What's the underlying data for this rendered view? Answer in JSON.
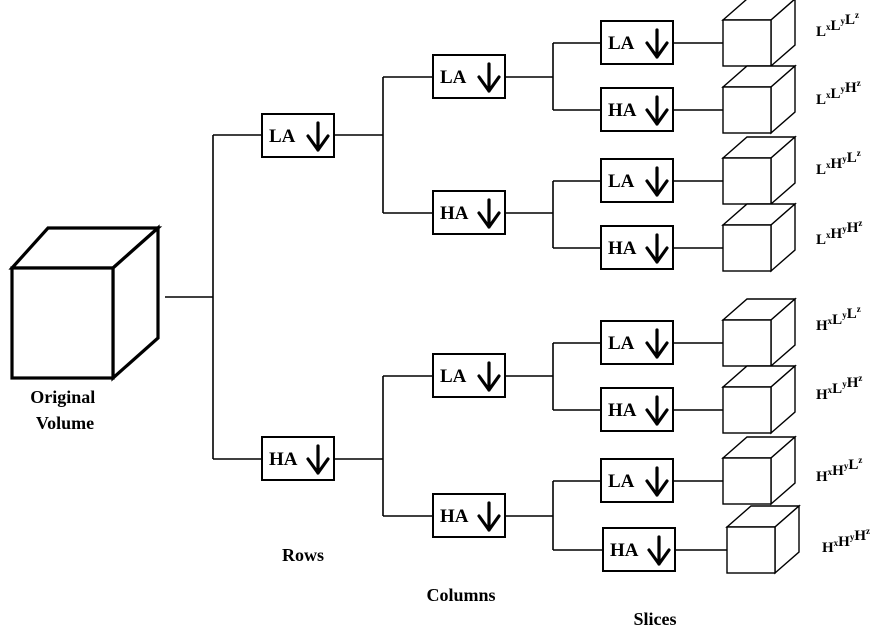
{
  "diagram": {
    "original_volume_label": [
      "Original",
      "Volume"
    ],
    "stage_labels": {
      "rows": "Rows",
      "columns": "Columns",
      "slices": "Slices"
    },
    "filters": {
      "row_low": "LA",
      "row_high": "HA",
      "col_low_low": "LA",
      "col_low_high": "HA",
      "col_high_low": "LA",
      "col_high_high": "HA",
      "slice_1": "LA",
      "slice_2": "HA",
      "slice_3": "LA",
      "slice_4": "HA",
      "slice_5": "LA",
      "slice_6": "HA",
      "slice_7": "LA",
      "slice_8": "HA"
    },
    "subbands": [
      [
        [
          "L",
          "x"
        ],
        [
          "L",
          "y"
        ],
        [
          "L",
          "z"
        ]
      ],
      [
        [
          "L",
          "x"
        ],
        [
          "L",
          "y"
        ],
        [
          "H",
          "z"
        ]
      ],
      [
        [
          "L",
          "x"
        ],
        [
          "H",
          "y"
        ],
        [
          "L",
          "z"
        ]
      ],
      [
        [
          "L",
          "x"
        ],
        [
          "H",
          "y"
        ],
        [
          "H",
          "z"
        ]
      ],
      [
        [
          "H",
          "x"
        ],
        [
          "L",
          "y"
        ],
        [
          "L",
          "z"
        ]
      ],
      [
        [
          "H",
          "x"
        ],
        [
          "L",
          "y"
        ],
        [
          "H",
          "z"
        ]
      ],
      [
        [
          "H",
          "x"
        ],
        [
          "H",
          "y"
        ],
        [
          "L",
          "z"
        ]
      ],
      [
        [
          "H",
          "x"
        ],
        [
          "H",
          "y"
        ],
        [
          "H",
          "z"
        ]
      ]
    ]
  }
}
